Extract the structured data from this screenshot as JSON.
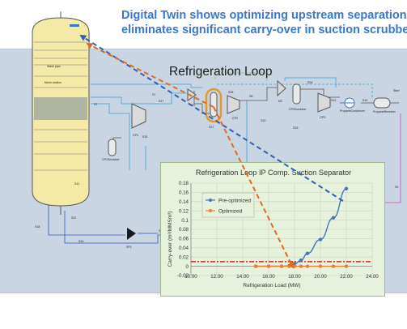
{
  "headline": {
    "line1": "Digital Twin shows optimizing upstream separation",
    "line2": "eliminates significant carry-over in suction scrubber"
  },
  "flowsheet": {
    "title": "Refrigeration Loop",
    "column_labels": {
      "tray_a": "Wash pipe",
      "tray_b": "Mesh section"
    },
    "unit_labels": {
      "cp1": "CP1",
      "cp1_scrubber": "CP1Scrubber",
      "s27_label": "S27",
      "s28": "S28",
      "cp2": "CP2",
      "s8": "S8",
      "s10": "S10",
      "s15": "S15",
      "m1": "M1",
      "s7a": "S7",
      "s7b": "S7",
      "s17": "S17",
      "m2": "M2",
      "s26": "S26",
      "cp3_scrubber": "CP3Scrubber",
      "s29": "S29",
      "cp3": "CP3",
      "s12": "S12",
      "condenser": "PropaneCondenser",
      "s14": "S14",
      "receiver": "PropaneReceiver",
      "start": "Start",
      "s9": "S9",
      "s18": "S18",
      "s24": "S24",
      "sp1": "SP1",
      "s22": "S22",
      "s11": "S11",
      "s31": "S31"
    },
    "highlight_color": "#e39a2a",
    "accent_stream": "#3aa0d8",
    "signal_color": "#c94bc9"
  },
  "chart_data": {
    "type": "line",
    "title": "Refrigeration Loop IP Comp. Suction Separator",
    "xlabel": "Refrigeration Load (MW)",
    "ylabel": "Carry-over (m³/MMSm³)",
    "xlim": [
      10,
      24
    ],
    "ylim": [
      -0.02,
      0.18
    ],
    "xticks": [
      "10.00",
      "12.00",
      "14.00",
      "16.00",
      "18.00",
      "20.00",
      "22.00",
      "24.00"
    ],
    "yticks": [
      "-0.02",
      "0",
      "0.02",
      "0.04",
      "0.06",
      "0.08",
      "0.1",
      "0.12",
      "0.14",
      "0.16",
      "0.18"
    ],
    "threshold": 0.01,
    "series": [
      {
        "name": "Pre-optimized",
        "color": "#4472c4",
        "x": [
          15,
          16,
          17,
          17.6,
          18,
          18.5,
          19,
          20,
          21,
          22
        ],
        "y": [
          0,
          0,
          0,
          0.001,
          0.005,
          0.013,
          0.028,
          0.058,
          0.105,
          0.168
        ]
      },
      {
        "name": "Optimized",
        "color": "#ed7d31",
        "x": [
          15,
          16,
          17,
          17.6,
          18,
          18.5,
          19,
          20,
          21,
          22
        ],
        "y": [
          0,
          0,
          0,
          0,
          0,
          0,
          0,
          0,
          0,
          0
        ]
      }
    ],
    "legend": "top-left",
    "grid": true
  }
}
